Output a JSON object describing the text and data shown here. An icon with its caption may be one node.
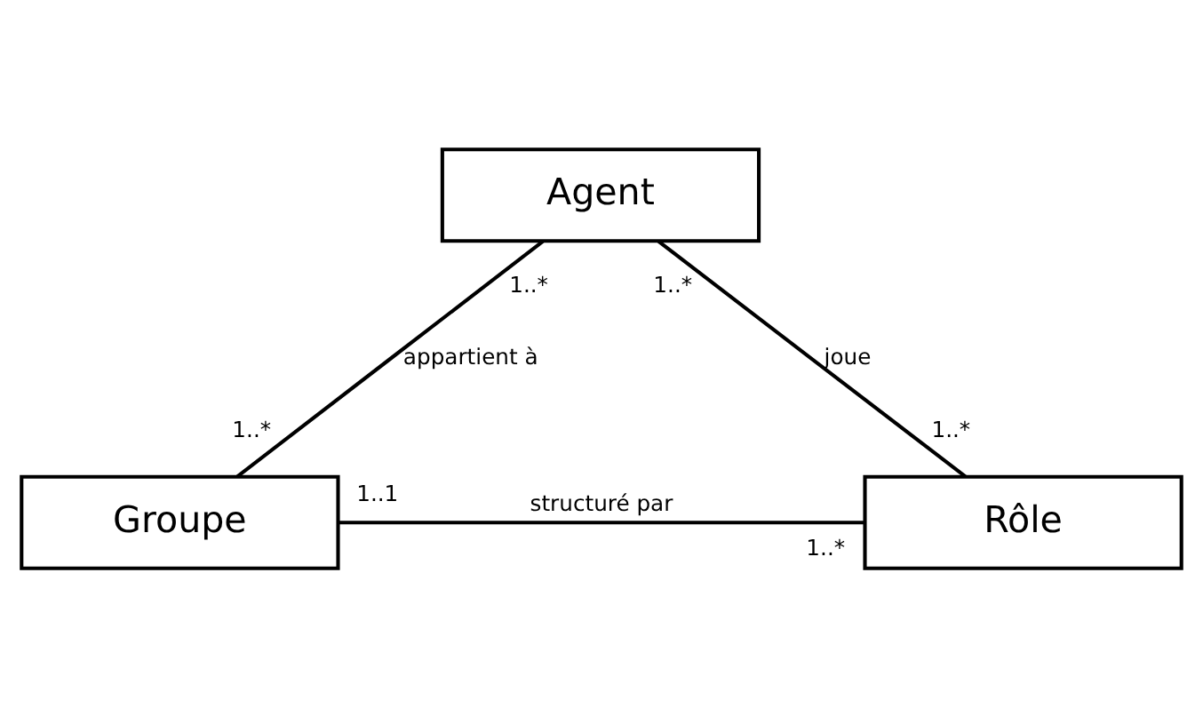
{
  "diagram": {
    "nodes": [
      {
        "text": [
          "Agent"
        ]
      },
      {
        "text": [
          "Groupe"
        ]
      },
      {
        "text": [
          "Rôle"
        ]
      }
    ],
    "edges": [
      {
        "from": 0,
        "to": 1,
        "arrow": "none",
        "label": "appartient à"
      },
      {
        "from": 0,
        "to": 2,
        "arrow": "none",
        "label": "joue"
      },
      {
        "from": 1,
        "to": 2,
        "arrow": "none",
        "label": "structuré par"
      }
    ],
    "labels": [
      "1..*",
      "1..*",
      "1..*",
      "1..*",
      "1..1",
      "1..*"
    ]
  }
}
